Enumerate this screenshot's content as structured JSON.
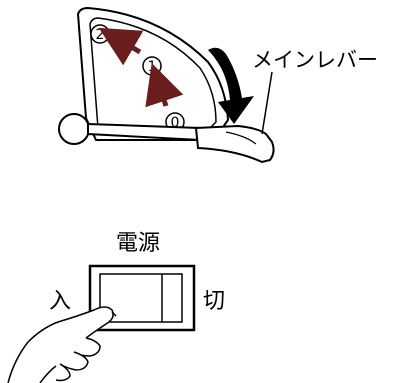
{
  "lever_diagram": {
    "callout_label": "メインレバー",
    "positions": [
      "0",
      "1",
      "2"
    ]
  },
  "power_switch": {
    "title": "電源",
    "on_label": "入",
    "off_label": "切"
  },
  "colors": {
    "line": "#000000",
    "arrow_small": "#6b1d1d"
  }
}
